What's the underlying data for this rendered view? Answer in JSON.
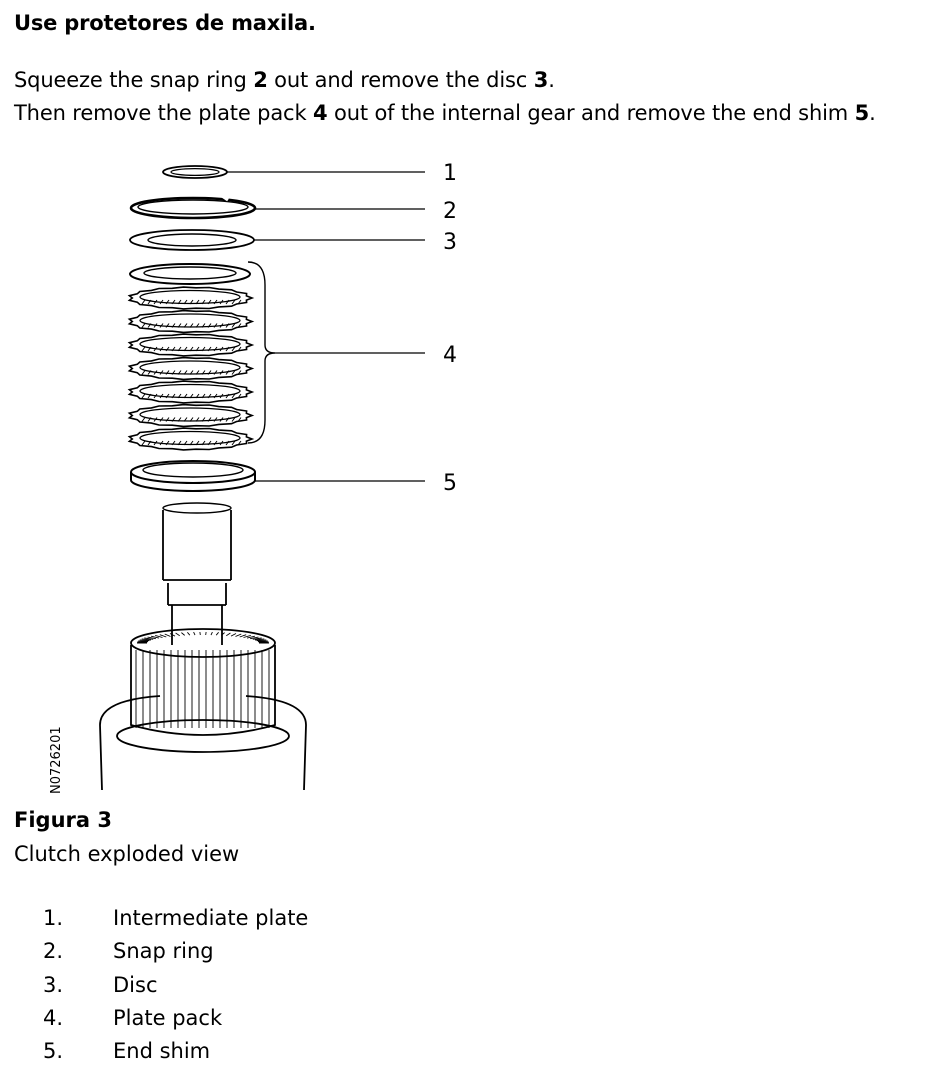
{
  "heading": "Use protetores de maxila.",
  "instructions": {
    "line1": {
      "pre": "Squeeze the snap ring ",
      "ref1": "2",
      "mid": " out and remove the disc ",
      "ref2": "3",
      "post": "."
    },
    "line2": {
      "pre": "Then remove the plate pack ",
      "ref1": "4",
      "mid": " out of the internal gear and remove the end shim ",
      "ref2": "5",
      "post": "."
    }
  },
  "figure": {
    "callouts": [
      "1",
      "2",
      "3",
      "4",
      "5"
    ],
    "reference_code": "N0726201",
    "title": "Figura 3",
    "caption": "Clutch exploded view"
  },
  "legend": [
    {
      "number": "1.",
      "label": "Intermediate plate"
    },
    {
      "number": "2.",
      "label": "Snap ring"
    },
    {
      "number": "3.",
      "label": "Disc"
    },
    {
      "number": "4.",
      "label": "Plate pack"
    },
    {
      "number": "5.",
      "label": "End shim"
    }
  ]
}
